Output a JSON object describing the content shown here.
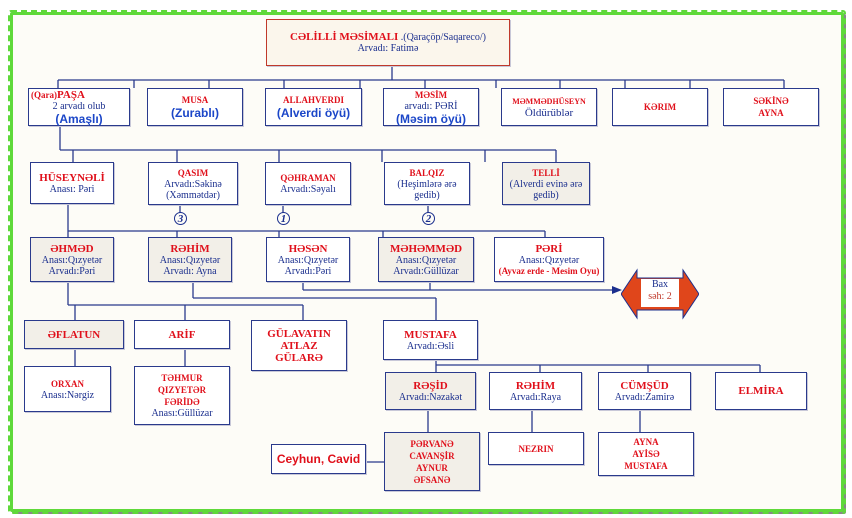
{
  "title": {
    "name": "CƏLİLLİ MƏSİMALI",
    "origin": ".(Qaraçöp/Saqareco/)",
    "spouse": "Arvadı:  Fatimə"
  },
  "gen1": [
    {
      "prefix": "(Qara)",
      "name": "PAŞA",
      "line1": "2 arvadı olub",
      "clan": "(Amaşlı)"
    },
    {
      "name": "MUSA",
      "clan": "(Zurablı)"
    },
    {
      "name": "ALLAHVERDI",
      "clan": "(Alverdi öyü)"
    },
    {
      "name": "MƏSİM",
      "line1": "arvadı: PƏRİ",
      "clan": "(Məsim öyü)"
    },
    {
      "name": "MƏMMƏDHÜSEYN",
      "line1": "Öldürüblər"
    },
    {
      "name": "KƏRIM"
    },
    {
      "name": "SƏKİNƏ",
      "name2": "AYNA"
    }
  ],
  "gen2": [
    {
      "name": "HÜSEYNƏLİ",
      "line1": "Anası: Pəri"
    },
    {
      "name": "QASIM",
      "line1": "Arvadı:Səkinə",
      "line2": "(Xəmmətdər)",
      "marker": "3"
    },
    {
      "name": "QƏHRAMAN",
      "line1": "Arvadı:Səyalı",
      "marker": "1"
    },
    {
      "name": "BALQIZ",
      "line1": "(Heşimlərə ərə",
      "line2": "gedib)",
      "marker": "2"
    },
    {
      "name": "TELLİ",
      "line1": "(Alverdi evinə ərə",
      "line2": "gedib)"
    }
  ],
  "gen3": [
    {
      "name": "ƏHMƏD",
      "line1": "Anası:Qızyetər",
      "line2": "Arvadı:Pəri"
    },
    {
      "name": "RƏHİM",
      "line1": "Anası:Qızyetər",
      "line2": "Arvadı:  Ayna"
    },
    {
      "name": "HƏSƏN",
      "line1": "Anası:Qızyetər",
      "line2": "Arvadı:Pəri"
    },
    {
      "name": "MƏHƏMMƏD",
      "line1": "Anası:Qızyetər",
      "line2": "Arvadı:Güllüzar"
    },
    {
      "name": "PƏRİ",
      "line1": "Anası:Qızyetər",
      "note": "(Ayvaz erde - Mesim Oyu)"
    }
  ],
  "see_page": {
    "line1": "Bax",
    "line2": "səh: 2"
  },
  "gen4": [
    {
      "name": "ƏFLATUN"
    },
    {
      "name": "ARİF"
    },
    {
      "name": "GÜLAVATIN",
      "name2": "ATLAZ",
      "name3": "GÜLARƏ"
    },
    {
      "name": "MUSTAFA",
      "line1": "Arvadı:Əsli"
    }
  ],
  "gen5": [
    {
      "name": "ORXAN",
      "line1": "Anası:Nərgiz"
    },
    {
      "name": "TƏHMUR",
      "name2": "QIZYETƏR",
      "name3": "FƏRİDƏ",
      "line1": "Anası:Güllüzar"
    },
    {
      "name": "RƏŞİD",
      "line1": "Arvadı:Nəzakət"
    },
    {
      "name": "RƏHİM",
      "line1": "Arvadı:Raya"
    },
    {
      "name": "CÜMŞÜD",
      "line1": "Arvadı:Zamirə"
    },
    {
      "name": "ELMİRA"
    }
  ],
  "gen6": [
    {
      "name": "Ceyhun, Cavid"
    },
    {
      "name": "PƏRVANƏ",
      "name2": "CAVANŞİR",
      "name3": "AYNUR",
      "name4": "ƏFSANƏ"
    },
    {
      "name": "NEZRIN"
    },
    {
      "name": "AYNA",
      "name2": "AYİSƏ",
      "name3": "MUSTAFA"
    }
  ],
  "colors": {
    "frame": "#5fd93a",
    "line": "#2a3a8c",
    "name": "#e0101b",
    "text": "#1b2f8e",
    "arrow": "#e0461b"
  }
}
